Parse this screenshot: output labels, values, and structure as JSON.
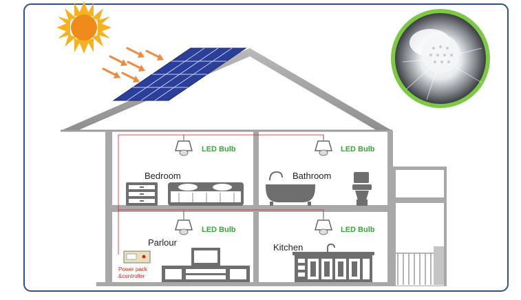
{
  "rooms": {
    "bedroom": "Bedroom",
    "bathroom": "Bathroom",
    "parlour": "Parlour",
    "kitchen": "Kitchen"
  },
  "bulb_labels": {
    "bedroom": "LED Bulb",
    "bathroom": "LED Bulb",
    "parlour": "LED Bulb",
    "kitchen": "LED Bulb"
  },
  "controller": {
    "line1": "Power pack",
    "line2": "&controller"
  },
  "colors": {
    "frame": "#2d4f8f",
    "sun": "#f7a91d",
    "sun_core": "#f08a1b",
    "ray_arrows": "#f08a3c",
    "solar_panel": "#2b3f9a",
    "roof": "#a9a9a9",
    "walls": "#9b9b9b",
    "wiring": "#e02020",
    "bulb_label": "#33a833",
    "room_label": "#222222",
    "controller_label": "#d0251e",
    "bulb_badge_ring": "#7cc943"
  },
  "icons": [
    "sun-icon",
    "solar-panel-icon",
    "led-bulb-icon",
    "bed-icon",
    "bathtub-icon",
    "toilet-icon",
    "tv-icon",
    "sink-icon",
    "controller-icon"
  ]
}
